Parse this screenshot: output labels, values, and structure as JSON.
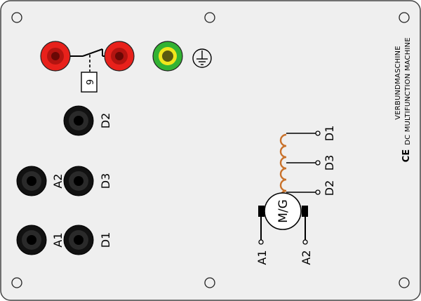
{
  "panel": {
    "title_de": "VERBUNDMASCHINE",
    "title_en": "DC  MULTIFUNCTION  MACHINE",
    "ce_mark": "CE",
    "motor_label": "M/G",
    "thermal_label": "9",
    "colors": {
      "panel_fill": "#efefef",
      "panel_stroke": "#444444",
      "socket_red": "#e8211b",
      "socket_black": "#111111",
      "socket_green": "#33b233",
      "socket_yellow": "#f1e51c",
      "coil": "#c9722b"
    }
  },
  "sockets": {
    "d2": {
      "label": "D2"
    },
    "a2": {
      "label": "A2"
    },
    "d3": {
      "label": "D3"
    },
    "a1": {
      "label": "A1"
    },
    "d1": {
      "label": "D1"
    }
  },
  "schematic": {
    "coil_labels": {
      "top": "D1",
      "mid": "D3",
      "bottom": "D2"
    },
    "armature_labels": {
      "left": "A1",
      "right": "A2"
    }
  },
  "icons": {
    "earth": "earth-ground-icon",
    "thermal": "thermal-switch-icon"
  }
}
